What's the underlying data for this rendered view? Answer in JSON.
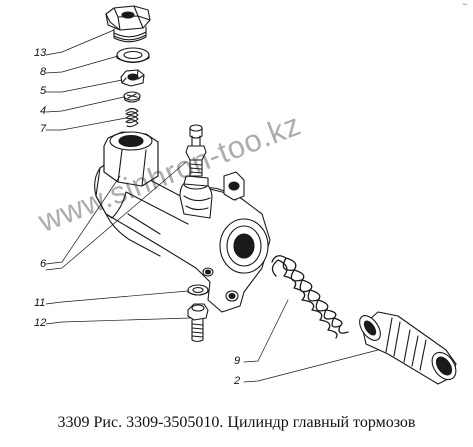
{
  "caption": "3309 Рис. 3309-3505010. Цилиндр главный тормозов",
  "watermark": "www.sinhron-too.kz",
  "corner_mark": "~",
  "callouts": {
    "c13": "13",
    "c8": "8",
    "c5": "5",
    "c4": "4",
    "c7": "7",
    "c6": "6",
    "c11": "11",
    "c12": "12",
    "c9": "9",
    "c2": "2"
  }
}
